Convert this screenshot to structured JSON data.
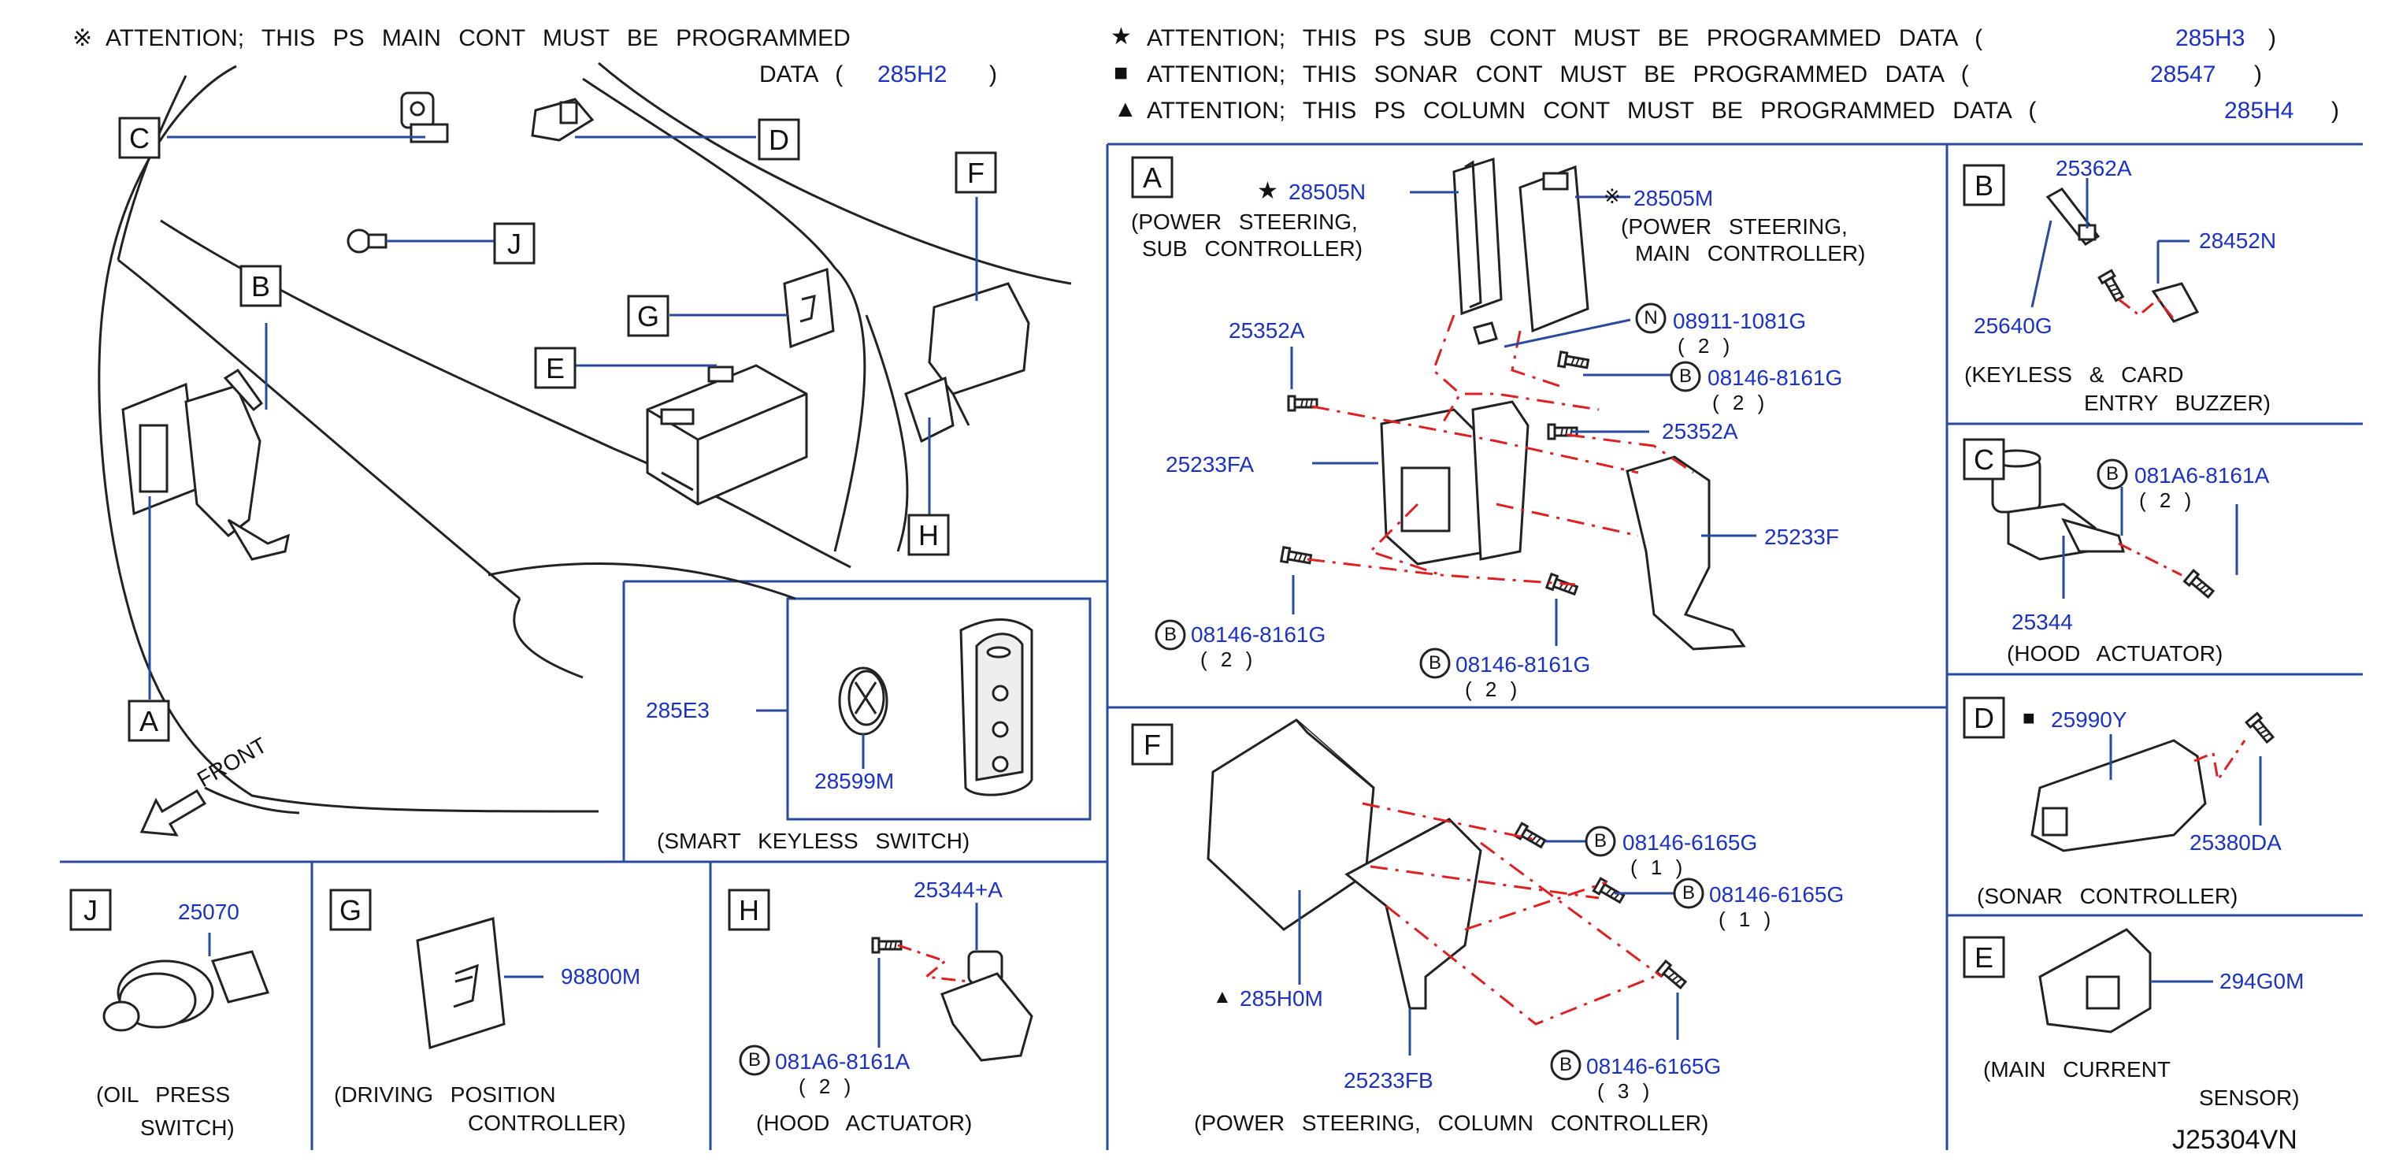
{
  "attention": {
    "main": {
      "mark": "※",
      "line1": "ATTENTION; THIS PS MAIN CONT MUST BE PROGRAMMED",
      "line2": "DATA (",
      "code": "285H2",
      "close": ")"
    },
    "sub": {
      "mark": "★",
      "text": "ATTENTION; THIS PS SUB CONT MUST BE PROGRAMMED DATA (",
      "code": "285H3",
      "close": ")"
    },
    "sonar": {
      "mark": "■",
      "text": "ATTENTION; THIS SONAR CONT MUST BE PROGRAMMED DATA (",
      "code": "28547",
      "close": ")"
    },
    "column": {
      "mark": "▲",
      "text": "ATTENTION; THIS PS COLUMN CONT MUST BE PROGRAMMED DATA (",
      "code": "285H4",
      "close": ")"
    }
  },
  "overview": {
    "labels": [
      "A",
      "B",
      "C",
      "D",
      "E",
      "F",
      "G",
      "H",
      "J"
    ],
    "front_label": "FRONT"
  },
  "section_a": {
    "letter": "A",
    "sub_controller": {
      "mark": "★",
      "part": "28505N",
      "caption1": "(POWER STEERING,",
      "caption2": "SUB CONTROLLER)"
    },
    "main_controller": {
      "mark": "※",
      "part": "28505M",
      "caption1": "(POWER STEERING,",
      "caption2": "MAIN CONTROLLER)"
    },
    "nut": {
      "circle": "N",
      "part": "08911-1081G",
      "qty": "( 2 )"
    },
    "bolt_top": {
      "circle": "B",
      "part": "08146-8161G",
      "qty": "( 2 )"
    },
    "bolt_left": {
      "circle": "B",
      "part": "08146-8161G",
      "qty": "( 2 )"
    },
    "bolt_bottom": {
      "circle": "B",
      "part": "08146-8161G",
      "qty": "( 2 )"
    },
    "screw_left": "25352A",
    "screw_right": "25352A",
    "bracket_left": "25233FA",
    "bracket_right": "25233F"
  },
  "section_b": {
    "letter": "B",
    "p1": "25362A",
    "p2": "28452N",
    "p3": "25640G",
    "caption1": "(KEYLESS & CARD",
    "caption2": "ENTRY BUZZER)"
  },
  "section_c": {
    "letter": "C",
    "circle": "B",
    "part": "081A6-8161A",
    "qty": "( 2 )",
    "p2": "25344",
    "caption": "(HOOD ACTUATOR)"
  },
  "section_d": {
    "letter": "D",
    "mark": "■",
    "part": "25990Y",
    "p2": "25380DA",
    "caption": "(SONAR CONTROLLER)"
  },
  "section_e": {
    "letter": "E",
    "part": "294G0M",
    "caption1": "(MAIN CURRENT",
    "caption2": "SENSOR)"
  },
  "section_f": {
    "letter": "F",
    "mark": "▲",
    "controller": "285H0M",
    "bracket": "25233FB",
    "bolt1": {
      "circle": "B",
      "part": "08146-6165G",
      "qty": "( 1 )"
    },
    "bolt2": {
      "circle": "B",
      "part": "08146-6165G",
      "qty": "( 1 )"
    },
    "bolt3": {
      "circle": "B",
      "part": "08146-6165G",
      "qty": "( 3 )"
    },
    "caption": "(POWER STEERING, COLUMN CONTROLLER)"
  },
  "smart_keyless": {
    "assembly": "285E3",
    "battery": "28599M",
    "caption": "(SMART KEYLESS SWITCH)"
  },
  "section_j": {
    "letter": "J",
    "part": "25070",
    "caption1": "(OIL PRESS",
    "caption2": "SWITCH)"
  },
  "section_g": {
    "letter": "G",
    "part": "98800M",
    "caption1": "(DRIVING POSITION",
    "caption2": "CONTROLLER)"
  },
  "section_h": {
    "letter": "H",
    "part": "25344+A",
    "circle": "B",
    "bolt": "081A6-8161A",
    "qty": "( 2 )",
    "caption": "(HOOD ACTUATOR)"
  },
  "diagram_code": "J25304VN",
  "colors": {
    "part_number": "#1a32c8",
    "frame_line": "#2a4aa0",
    "dash_line": "#e02020",
    "ink": "#1a1a1a"
  }
}
